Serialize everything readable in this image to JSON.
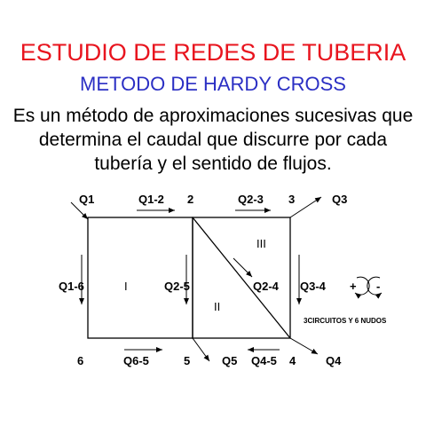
{
  "title": "ESTUDIO DE REDES DE TUBERIA",
  "subtitle": "METODO DE HARDY CROSS",
  "description": [
    "Es un método de aproximaciones sucesivas que",
    "determina el caudal que discurre por cada",
    "tubería y el sentido de flujos."
  ],
  "colors": {
    "title": "#e8141e",
    "subtitle": "#2b2fc4",
    "lines": "#000000"
  },
  "network": {
    "nodes": [
      "2",
      "3",
      "6",
      "5",
      "4"
    ],
    "flows": [
      "Q1",
      "Q1-2",
      "Q2-3",
      "Q3",
      "Q1-6",
      "Q2-5",
      "Q2-4",
      "Q3-4",
      "Q6-5",
      "Q5",
      "Q4-5",
      "Q4"
    ],
    "circuits": [
      "I",
      "II",
      "III"
    ],
    "sign_plus": "+",
    "sign_minus": "-",
    "note": "3CIRCUITOS Y 6 NUDOS"
  }
}
